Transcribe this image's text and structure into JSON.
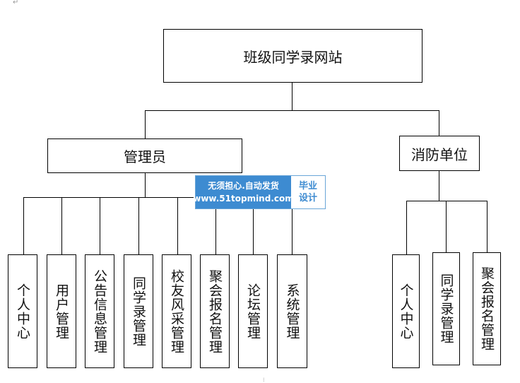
{
  "root": {
    "label": "班级同学录网站"
  },
  "branches": [
    {
      "label": "管理员",
      "children": [
        "个人中心",
        "用户管理",
        "公告信息管理",
        "同学录管理",
        "校友风采管理",
        "聚会报名管理",
        "论坛管理",
        "系统管理"
      ]
    },
    {
      "label": "消防单位",
      "children": [
        "个人中心",
        "同学录管理",
        "聚会报名管理"
      ]
    }
  ],
  "watermark": {
    "line1": "无须担心.自动发货",
    "line2": "www.51topmind.com",
    "badge1": "毕业",
    "badge2": "设计"
  },
  "marks": {
    "corner": "↵",
    "bottom": "⁞"
  }
}
